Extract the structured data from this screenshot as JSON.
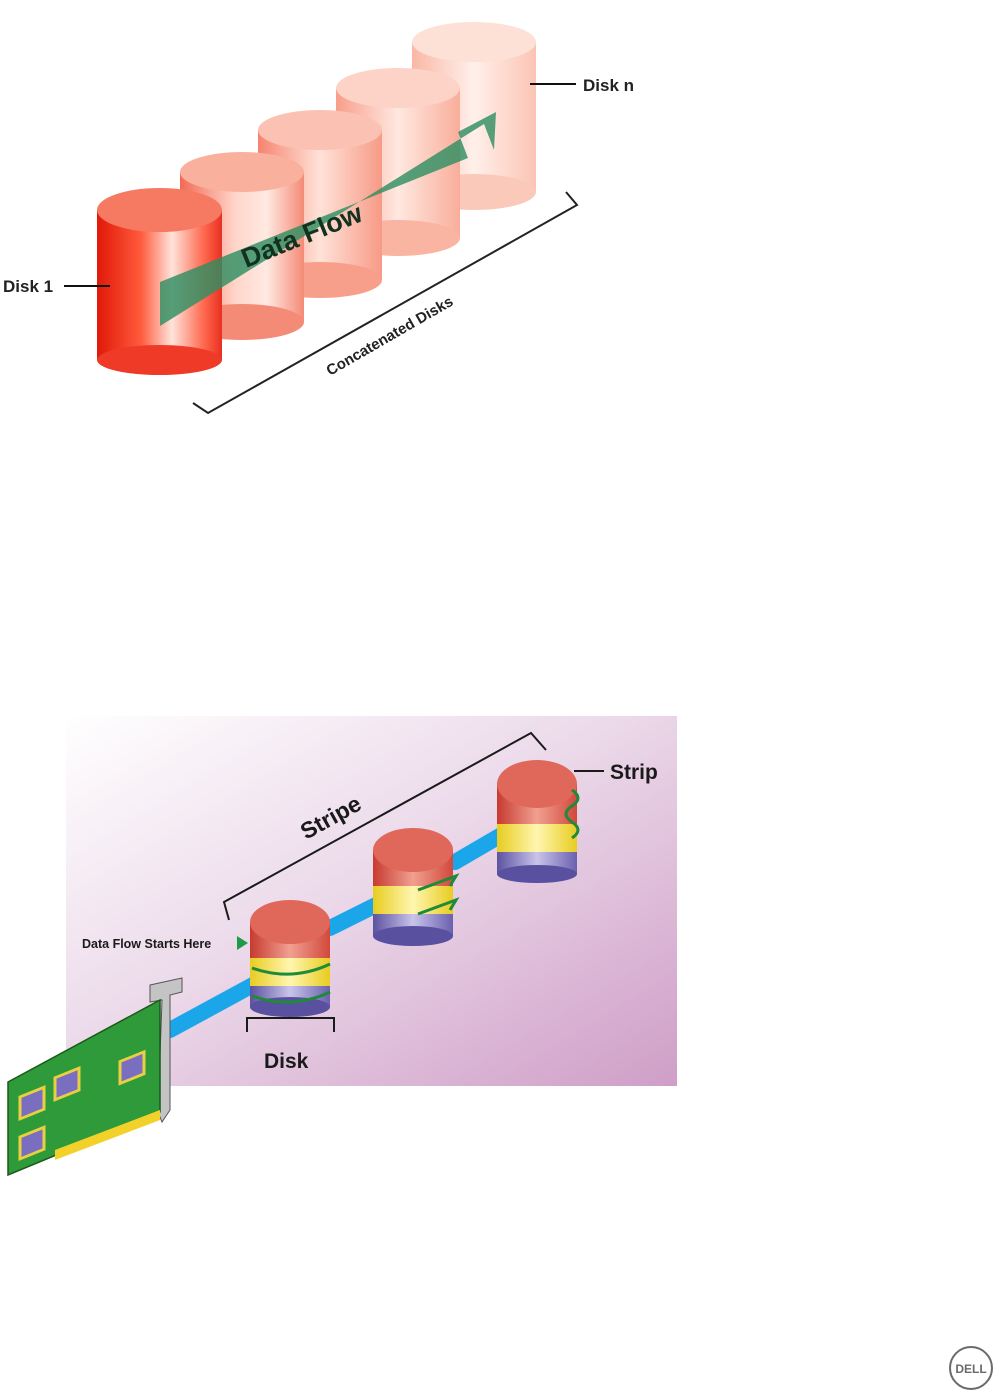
{
  "figure1": {
    "disk_first_label": "Disk 1",
    "disk_last_label": "Disk n",
    "flow_label": "Data Flow",
    "group_label": "Concatenated Disks",
    "disk_colors": [
      "#f02a1a",
      "#f6806a",
      "#f89c85",
      "#fab39f",
      "#fbc8b7"
    ],
    "arrow_color": "#2f8f63"
  },
  "figure2": {
    "start_label": "Data Flow Starts Here",
    "stripe_label": "Stripe",
    "strip_label": "Strip",
    "disk_label": "Disk",
    "pipe_color": "#1aa6e8",
    "strip_colors": [
      "#d9473c",
      "#f3e03a",
      "#7c70b8"
    ]
  },
  "logo": {
    "text": "DELL"
  }
}
